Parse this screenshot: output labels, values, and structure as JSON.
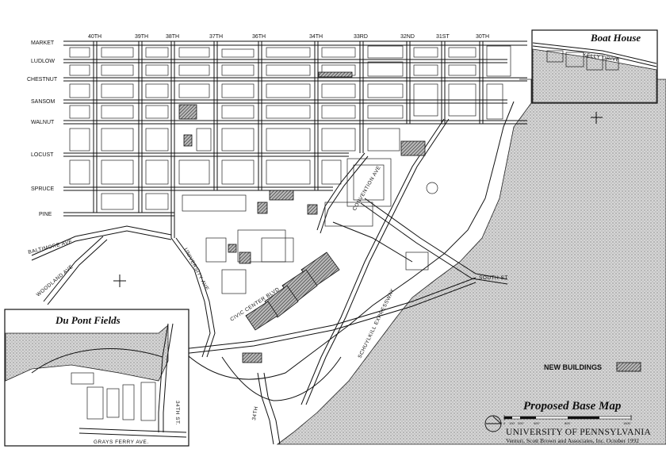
{
  "map": {
    "street_labels_west": [
      "MARKET",
      "LUDLOW",
      "CHESTNUT",
      "SANSOM",
      "WALNUT",
      "LOCUST",
      "SPRUCE",
      "PINE"
    ],
    "street_labels_top": [
      "40TH",
      "39TH",
      "38TH",
      "37TH",
      "36TH",
      "34TH",
      "33RD",
      "32ND",
      "31ST",
      "30TH"
    ],
    "street_labels_diagonal": {
      "baltimore": "BALTIMORE AVE",
      "woodland": "WOODLAND AVE",
      "university": "UNIVERSITY AVE",
      "civic_center": "CIVIC CENTER BLVD",
      "convention": "CONVENTION AVE",
      "schuylkill": "SCHUYLKILL EXPRESSWAY",
      "south": "SOUTH ST",
      "thirty_fourth": "34TH"
    },
    "inset_boat_house": {
      "title": "Boat House",
      "street": "KELLY DRIVE"
    },
    "inset_du_pont": {
      "title": "Du Pont Fields",
      "street_vertical": "34TH ST.",
      "street_horizontal": "GRAYS FERRY AVE."
    },
    "legend": {
      "label": "NEW BUILDINGS"
    },
    "title_block": {
      "title": "Proposed Base Map",
      "organization": "UNIVERSITY OF PENNSYLVANIA",
      "credit": "Venturi, Scott Brown and Associates, Inc.   October 1992",
      "scale_ticks": [
        "0",
        "100'",
        "200'",
        "400'",
        "800'",
        "1600'"
      ]
    },
    "colors": {
      "ink": "#111111",
      "paper": "#ffffff",
      "river_stipple": "#777777"
    }
  }
}
